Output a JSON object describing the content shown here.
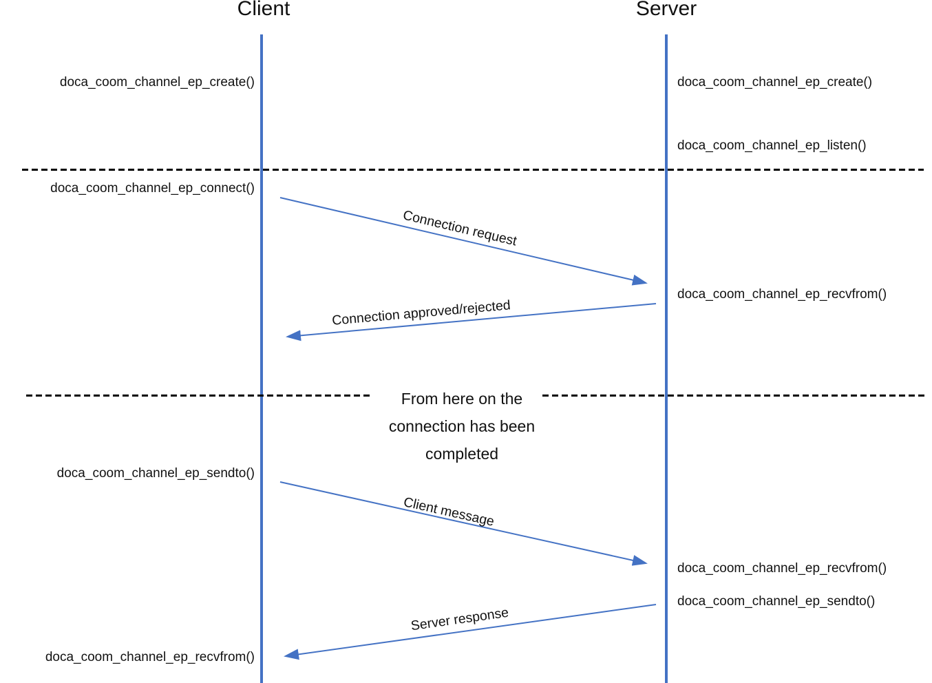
{
  "diagram": {
    "client": {
      "title": "Client",
      "calls": [
        "doca_coom_channel_ep_create()",
        "doca_coom_channel_ep_connect()",
        "doca_coom_channel_ep_sendto()",
        "doca_coom_channel_ep_recvfrom()"
      ]
    },
    "server": {
      "title": "Server",
      "calls": [
        "doca_coom_channel_ep_create()",
        "doca_coom_channel_ep_listen()",
        "doca_coom_channel_ep_recvfrom()",
        "doca_coom_channel_ep_recvfrom()",
        "doca_coom_channel_ep_sendto()"
      ]
    },
    "messages": [
      {
        "label": "Connection request",
        "from": "client",
        "to": "server"
      },
      {
        "label": "Connection approved/rejected",
        "from": "server",
        "to": "client"
      },
      {
        "label": "Client message",
        "from": "client",
        "to": "server"
      },
      {
        "label": "Server response",
        "from": "server",
        "to": "client"
      }
    ],
    "note": [
      "From here on the",
      "connection has been",
      "completed"
    ],
    "colors": {
      "lifeline": "#4472c4",
      "arrow": "#4472c4",
      "divider": "#000000"
    }
  }
}
